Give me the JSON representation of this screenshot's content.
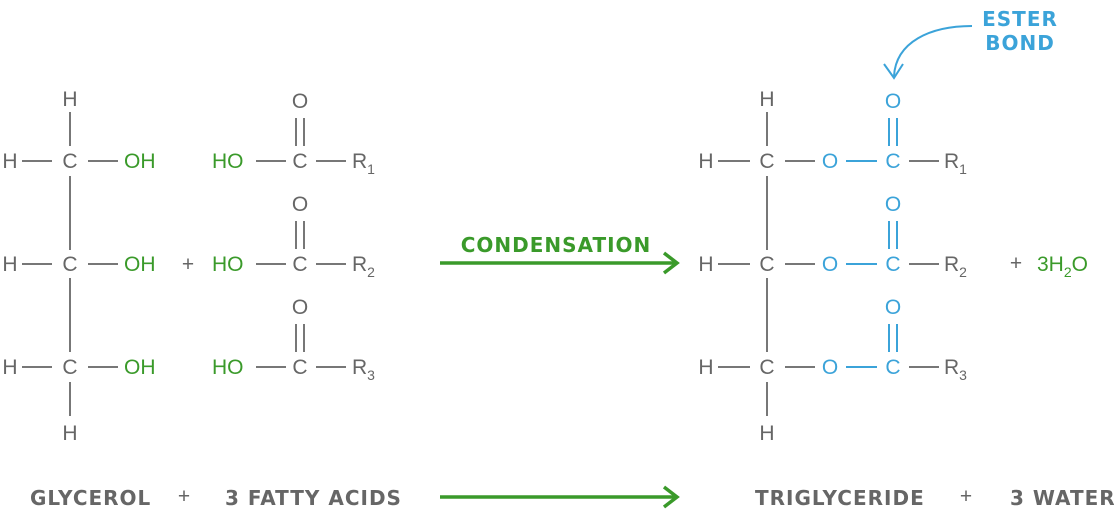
{
  "atoms": {
    "h": "H",
    "c": "C",
    "o": "O",
    "oh": "OH",
    "ho": "HO",
    "r": "R"
  },
  "subscripts": [
    "1",
    "2",
    "3"
  ],
  "plus": "+",
  "water_formula": {
    "prefix": "3H",
    "sub": "2",
    "suffix": "O"
  },
  "reaction_label": "CONDENSATION",
  "annotation": {
    "line1": "ESTER",
    "line2": "BOND"
  },
  "word_equation": {
    "reactant1": "GLYCEROL",
    "reactant2": "3 FATTY ACIDS",
    "product1": "TRIGLYCERIDE",
    "product2": "3 WATER"
  },
  "colors": {
    "grey": "#666666",
    "green": "#3a9a2a",
    "blue": "#3ba3d9"
  }
}
